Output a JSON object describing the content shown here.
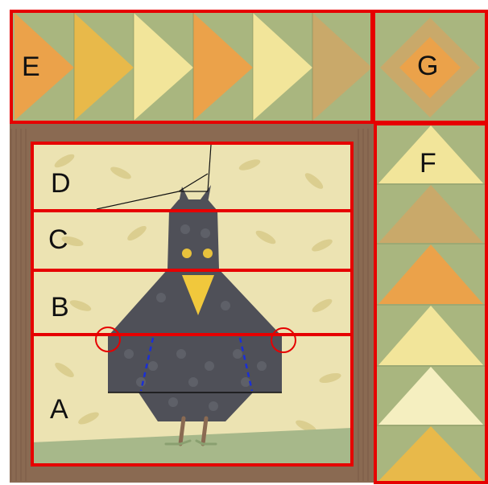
{
  "title": "",
  "sections": [
    {
      "id": "E",
      "label": "E"
    },
    {
      "id": "G",
      "label": "G"
    },
    {
      "id": "F",
      "label": "F"
    },
    {
      "id": "D",
      "label": "D"
    },
    {
      "id": "C",
      "label": "C"
    },
    {
      "id": "B",
      "label": "B"
    },
    {
      "id": "A",
      "label": "A"
    }
  ],
  "colors": {
    "outline": "#e60000",
    "guide_line": "#111111",
    "seam_dash": "#1a2fd6",
    "marker_circle": "#e60000",
    "sage_green": "#a9b67f",
    "gold": "#e8b94a",
    "orange": "#eba24a",
    "pale_yellow": "#f2e59a",
    "tan": "#c9a96a",
    "border_brown": "#8a6a52",
    "background_print": "#ece3b2",
    "crow_body": "#4f5058",
    "crow_beak": "#f1c83c",
    "ground_strip": "#a7b88a"
  },
  "icons": [
    "crow-figure",
    "beak",
    "eyes",
    "legs",
    "seam-marker-circle"
  ]
}
